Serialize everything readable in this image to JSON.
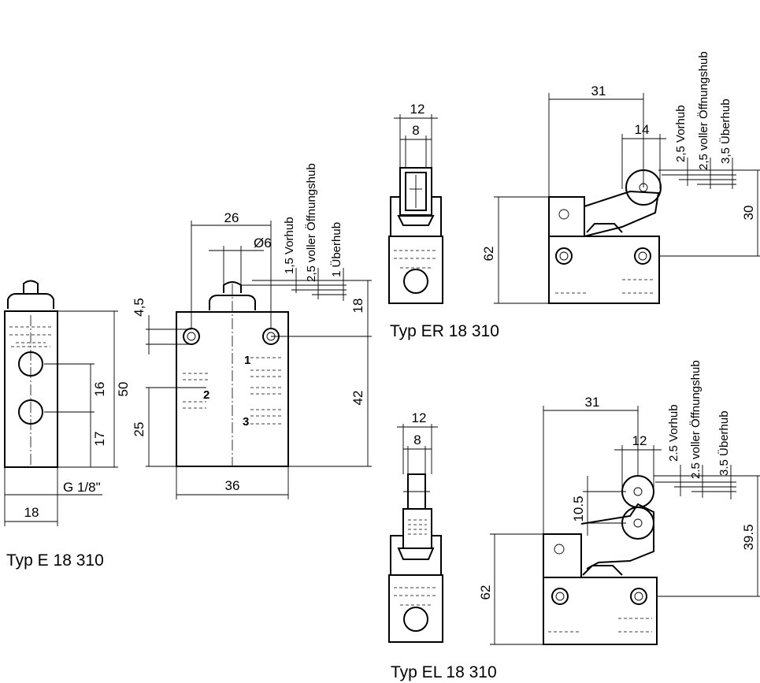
{
  "views": {
    "e": {
      "caption": "Typ E 18 310",
      "dims": {
        "w18": "18",
        "h50": "50",
        "h16": "16",
        "h17": "17",
        "thread": "G 1/8\""
      }
    },
    "side": {
      "dims": {
        "w26": "26",
        "dia6": "Ø6",
        "h4_5": "4,5",
        "h25": "25",
        "w36": "36",
        "h18": "18",
        "h42": "42"
      },
      "strokes": {
        "pre": "1,5 Vorhub",
        "full": "2,5 voller Öffnungshub",
        "over": "1 Überhub"
      },
      "ports": {
        "p1": "1",
        "p2": "2",
        "p3": "3"
      }
    },
    "er": {
      "caption": "Typ ER 18 310",
      "dims": {
        "w12": "12",
        "w8": "8",
        "w31": "31",
        "w14": "14",
        "h62": "62",
        "h30": "30"
      },
      "strokes": {
        "pre": "2,5 Vorhub",
        "full": "2,5 voller Öffnungshub",
        "over": "3,5 Überhub"
      }
    },
    "el": {
      "caption": "Typ EL 18 310",
      "dims": {
        "w12": "12",
        "w8": "8",
        "w31": "31",
        "w12b": "12",
        "h10_5": "10.5",
        "h62": "62",
        "h39_5": "39.5"
      },
      "strokes": {
        "pre": "2.5 Vorhub",
        "full": "2.5 voller Öffnungshub",
        "over": "3.5 Überhub"
      }
    }
  }
}
